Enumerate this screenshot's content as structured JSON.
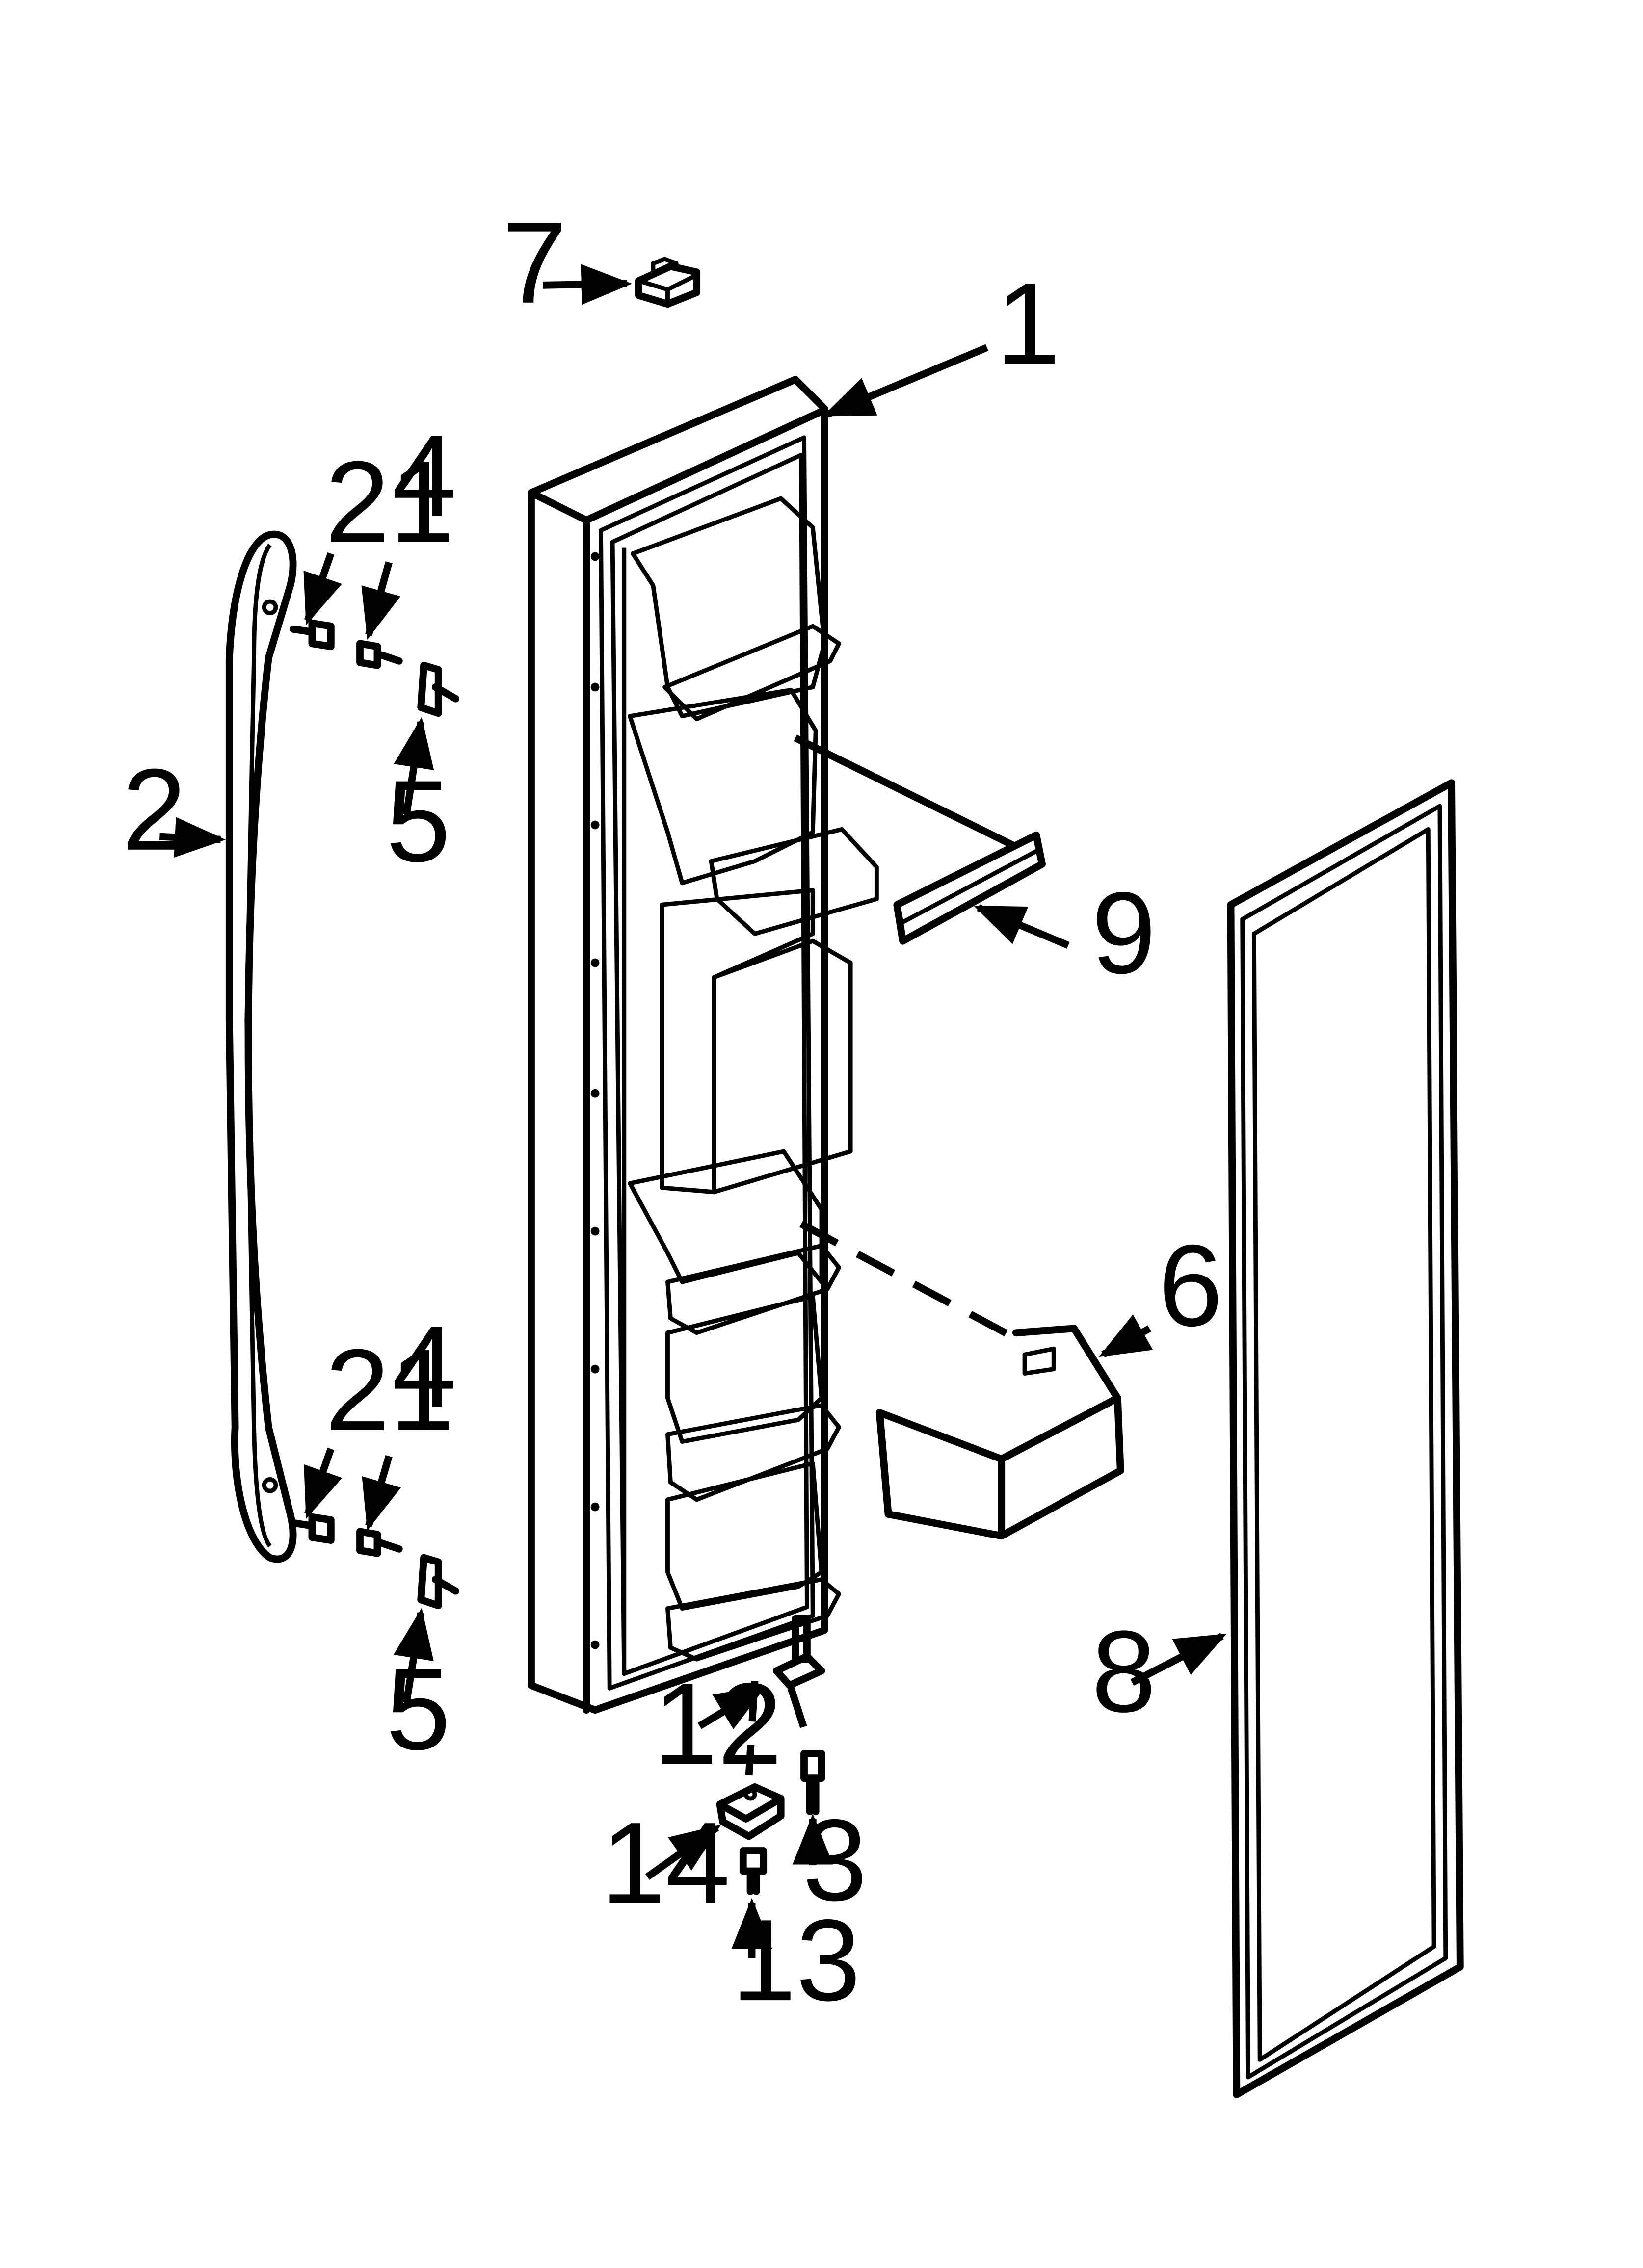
{
  "callouts": {
    "c1": "1",
    "c2": "2",
    "c3": "3",
    "c4a": "4",
    "c4b": "4",
    "c5a": "5",
    "c5b": "5",
    "c6": "6",
    "c7": "7",
    "c8": "8",
    "c9": "9",
    "c12": "12",
    "c13": "13",
    "c14": "14",
    "c21a": "21",
    "c21b": "21"
  }
}
